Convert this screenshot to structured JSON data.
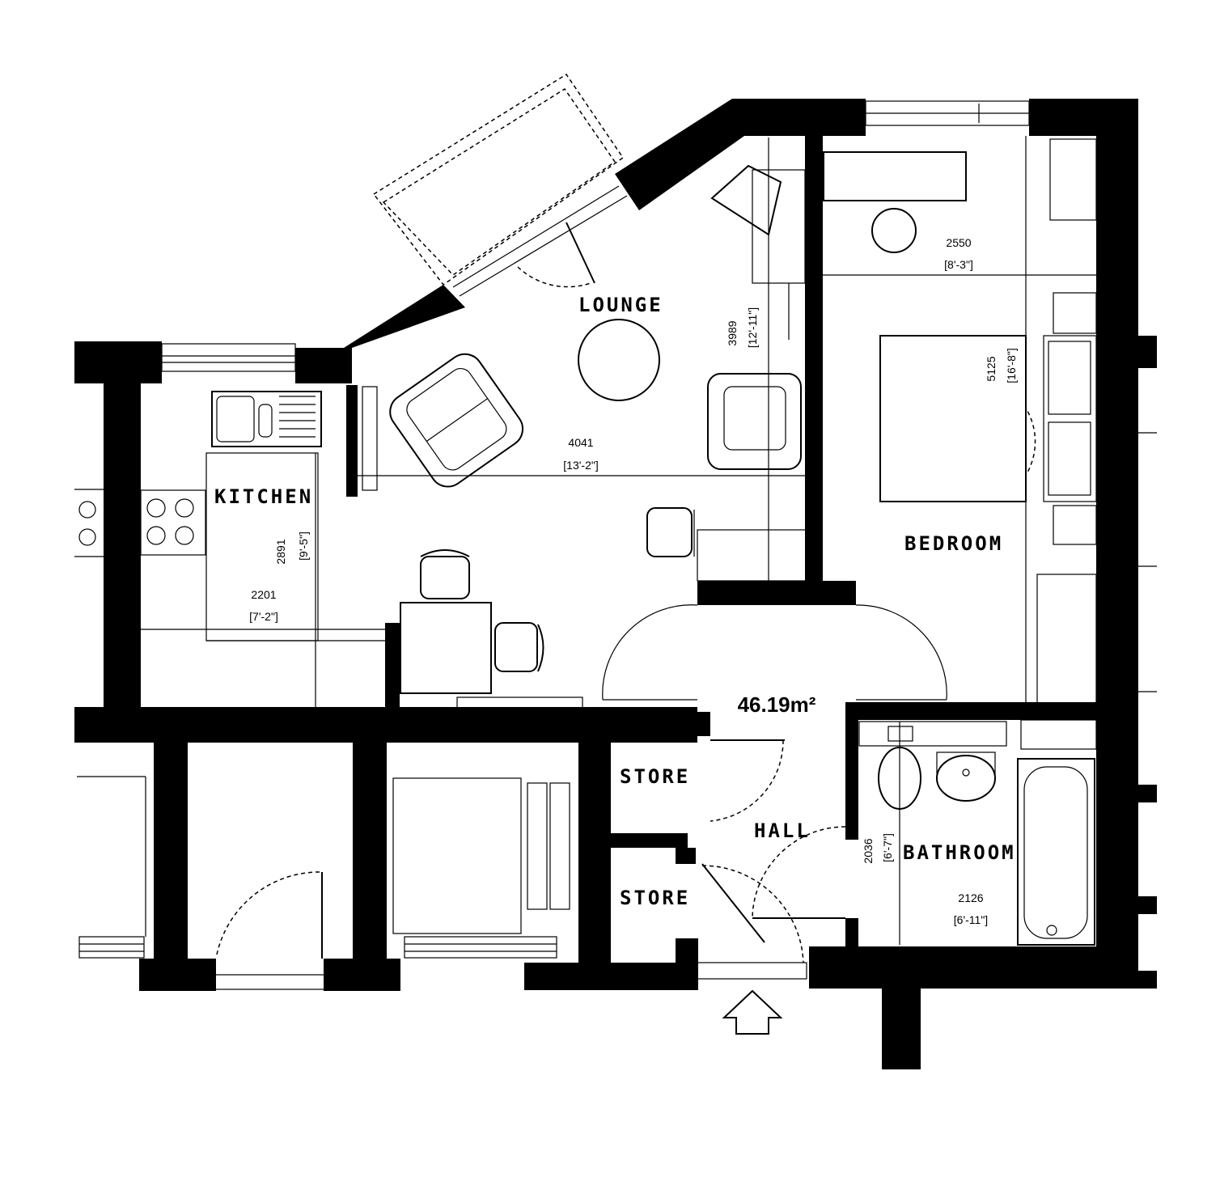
{
  "rooms": {
    "lounge": "LOUNGE",
    "kitchen": "KITCHEN",
    "bedroom": "BEDROOM",
    "bathroom": "BATHROOM",
    "hall": "HALL",
    "store_upper": "STORE",
    "store_lower": "STORE"
  },
  "dimensions": {
    "lounge_width_mm": "4041",
    "lounge_width_ft": "[13'-2\"]",
    "lounge_depth_mm": "3989",
    "lounge_depth_ft": "[12'-11\"]",
    "kitchen_depth_mm": "2891",
    "kitchen_depth_ft": "[9'-5\"]",
    "kitchen_width_mm": "2201",
    "kitchen_width_ft": "[7'-2\"]",
    "bedroom_width_mm": "2550",
    "bedroom_width_ft": "[8'-3\"]",
    "bedroom_depth_mm": "5125",
    "bedroom_depth_ft": "[16'-8\"]",
    "bathroom_depth_mm": "2036",
    "bathroom_depth_ft": "[6'-7\"]",
    "bathroom_width_mm": "2126",
    "bathroom_width_ft": "[6'-11\"]"
  },
  "total_area": "46.19m²"
}
